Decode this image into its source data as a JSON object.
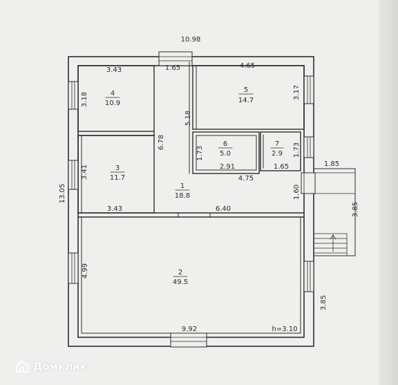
{
  "plan": {
    "overall": {
      "width": "10.98",
      "height_left": "13.05",
      "height_note": "h=3.10"
    },
    "rooms": [
      {
        "number": "1",
        "area": "18.8"
      },
      {
        "number": "2",
        "area": "49.5"
      },
      {
        "number": "3",
        "area": "11.7"
      },
      {
        "number": "4",
        "area": "10.9"
      },
      {
        "number": "5",
        "area": "14.7"
      },
      {
        "number": "6",
        "area": "5.0"
      },
      {
        "number": "7",
        "area": "2.9"
      }
    ],
    "dimensions": {
      "r4_top": "3.43",
      "r4_side": "3.18",
      "corridor_top": "1.65",
      "r5_top": "4.65",
      "r5_right": "3.17",
      "r5_left": "5.18",
      "corridor_left": "6.78",
      "r3_side": "3.41",
      "r3_bottom": "3.43",
      "r6_left": "1.73",
      "r6_bottom": "2.91",
      "r7_bottom": "1.65",
      "r7_right": "1.73",
      "r1_step": "4.75",
      "r1_right": "1.60",
      "r1_bottom": "6.40",
      "r2_left": "4.99",
      "r2_bottom": "9.92",
      "porch_top": "1.85",
      "porch_right": "3.85",
      "porch_bottom_right": "3.85"
    }
  },
  "watermark": {
    "text": "Домклик"
  },
  "colors": {
    "line": "#2d2d2d",
    "paper": "#efefed"
  }
}
